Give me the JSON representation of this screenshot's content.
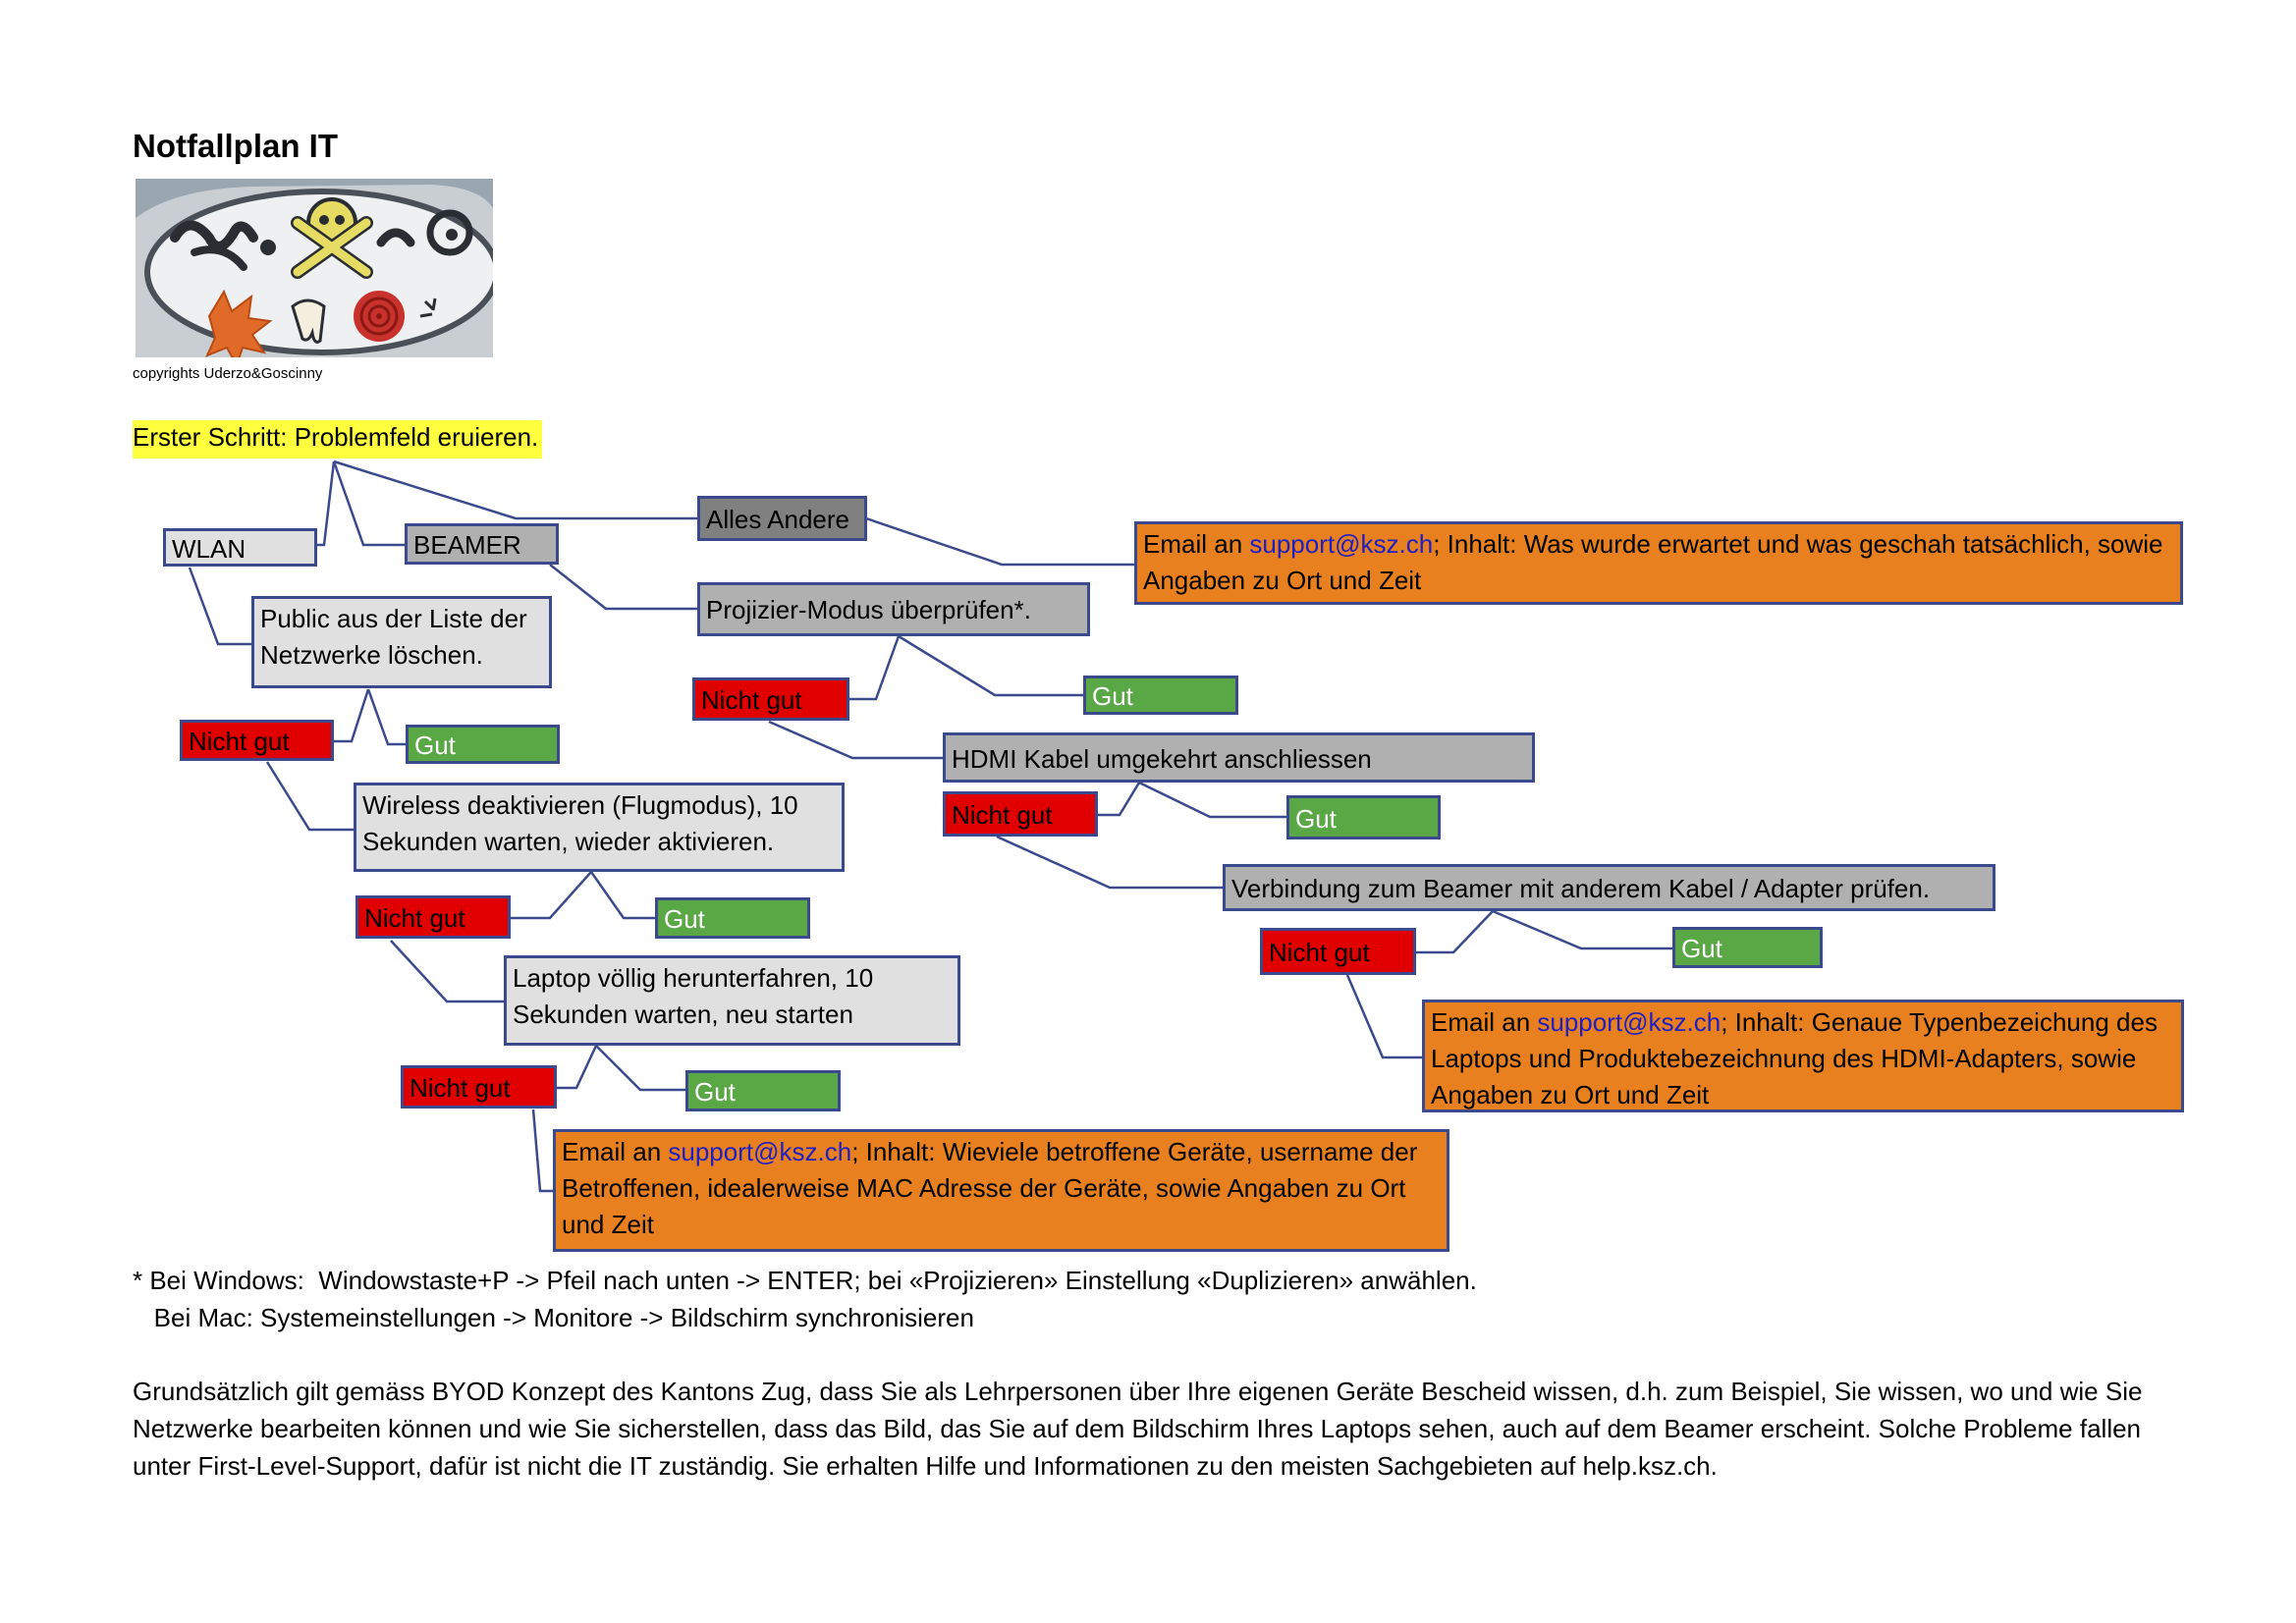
{
  "title": "Notfallplan IT",
  "image": {
    "description_icon": "asterix-curse-symbols-image",
    "copyright": "copyrights Uderzo&Goscinny"
  },
  "first_step": "Erster Schritt: Problemfeld eruieren.",
  "nodes": {
    "wlan": "WLAN",
    "beamer": "BEAMER",
    "alles_andere": "Alles Andere",
    "email_general": {
      "prefix": "Email an ",
      "link": "support@ksz.ch",
      "suffix": "; Inhalt: Was wurde erwartet und was geschah tatsächlich, sowie Angaben zu Ort und Zeit"
    },
    "public_delete": "Public aus der Liste der Netzwerke löschen.",
    "projizier": "Projizier-Modus überprüfen*.",
    "hdmi_reverse": "HDMI Kabel umgekehrt anschliessen",
    "wireless_off": "Wireless deaktivieren (Flugmodus), 10 Sekunden warten, wieder aktivieren.",
    "verbindung": "Verbindung zum Beamer mit anderem Kabel / Adapter prüfen.",
    "laptop_off": " Laptop völlig herunterfahren, 10 Sekunden warten, neu starten",
    "email_beamer": {
      "prefix": "Email an ",
      "link": "support@ksz.ch",
      "suffix": "; Inhalt: Genaue Typenbezeichung des Laptops und Produktebezeichnung des HDMI-Adapters, sowie Angaben zu Ort und Zeit"
    },
    "email_wlan": {
      "prefix": " Email an ",
      "link": "support@ksz.ch",
      "suffix": "; Inhalt: Wieviele betroffene Geräte, username der Betroffenen, idealerweise MAC Adresse der Geräte, sowie Angaben zu Ort und Zeit"
    },
    "nicht_gut": "Nicht gut",
    "gut": "Gut"
  },
  "footnote": {
    "line1": "* Bei Windows:  Windowstaste+P -> Pfeil nach unten -> ENTER; bei «Projizieren» Einstellung «Duplizieren» anwählen.",
    "line2": "   Bei Mac: Systemeinstellungen -> Monitore -> Bildschirm synchronisieren"
  },
  "paragraph": "Grundsätzlich gilt gemäss BYOD Konzept des Kantons Zug, dass Sie als Lehrpersonen über Ihre eigenen Geräte Bescheid wissen, d.h. zum Beispiel, Sie wissen, wo und wie Sie Netzwerke bearbeiten können und wie Sie sicherstellen, dass das Bild, das Sie auf dem Bildschirm Ihres Laptops sehen, auch auf dem Beamer  erscheint. Solche Probleme fallen unter First-Level-Support, dafür ist nicht die IT zuständig. Sie erhalten Hilfe und Informationen zu den meisten Sachgebieten auf help.ksz.ch.",
  "colors": {
    "connector": "#3b4a8c",
    "highlight": "#ffff40",
    "red": "#e00000",
    "green": "#59a845",
    "orange": "#e88020",
    "light_gray": "#e0e0e0",
    "gray": "#b0b0b0",
    "dark_gray": "#808080",
    "link": "#2020c0"
  }
}
